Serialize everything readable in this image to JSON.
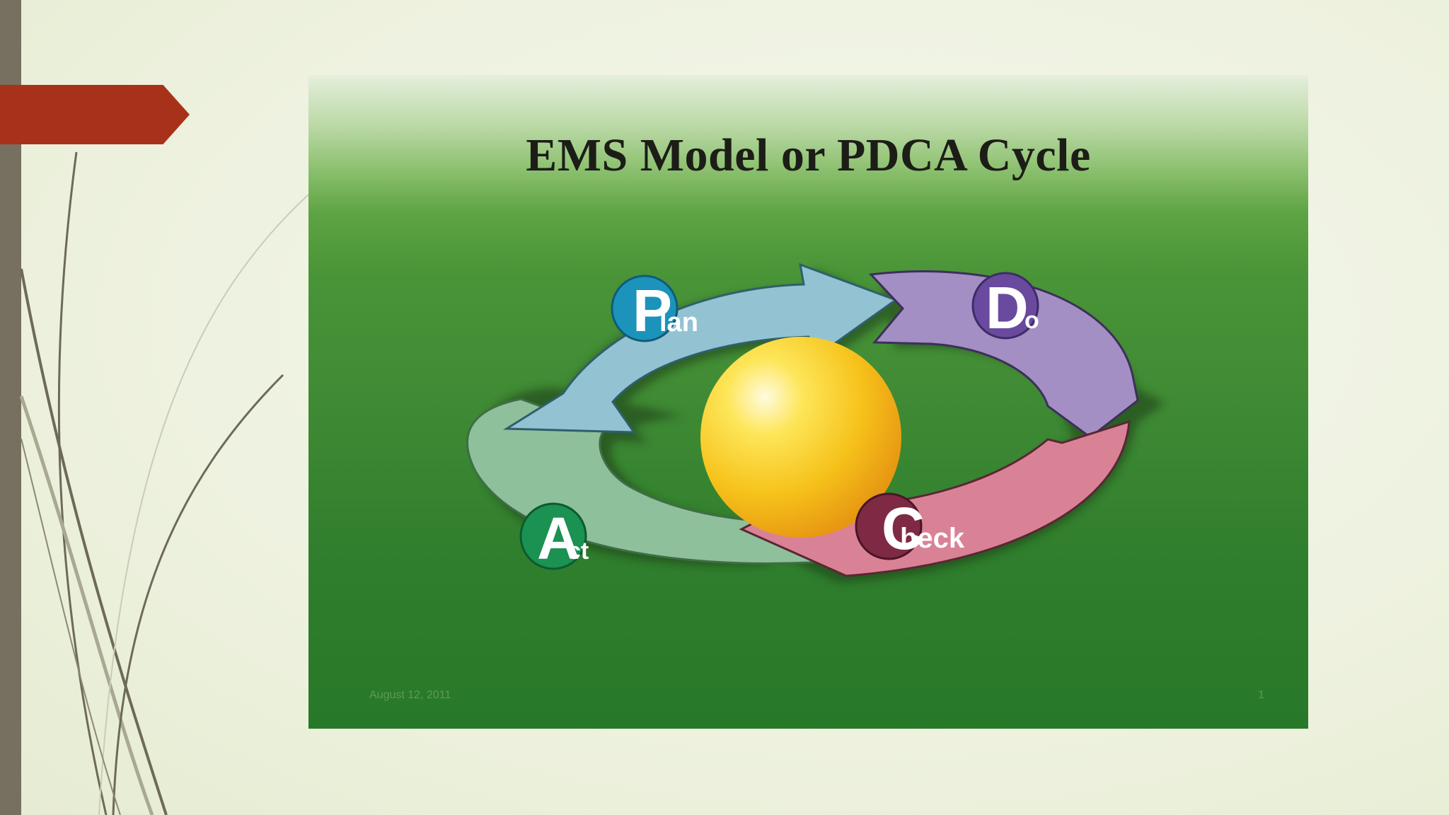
{
  "slide": {
    "title": "EMS Model or PDCA Cycle",
    "footer_date": "August 12, 2011",
    "footer_page": "1"
  },
  "cycle": {
    "plan": {
      "initial": "P",
      "rest": "lan",
      "color": "#1c93bb"
    },
    "do": {
      "initial": "D",
      "rest": "o",
      "color": "#6a4a9e"
    },
    "check": {
      "initial": "C",
      "rest": "heck",
      "color": "#7f2a44"
    },
    "act": {
      "initial": "A",
      "rest": "ct",
      "color": "#1b9152"
    }
  },
  "colors": {
    "accent_red": "#a83219",
    "left_bar": "#777060",
    "plan_arrow": "#93c3d3",
    "do_arrow": "#a48fc4",
    "check_arrow": "#d98296",
    "act_arrow": "#8fc09c",
    "sphere": "#f6c21a"
  }
}
